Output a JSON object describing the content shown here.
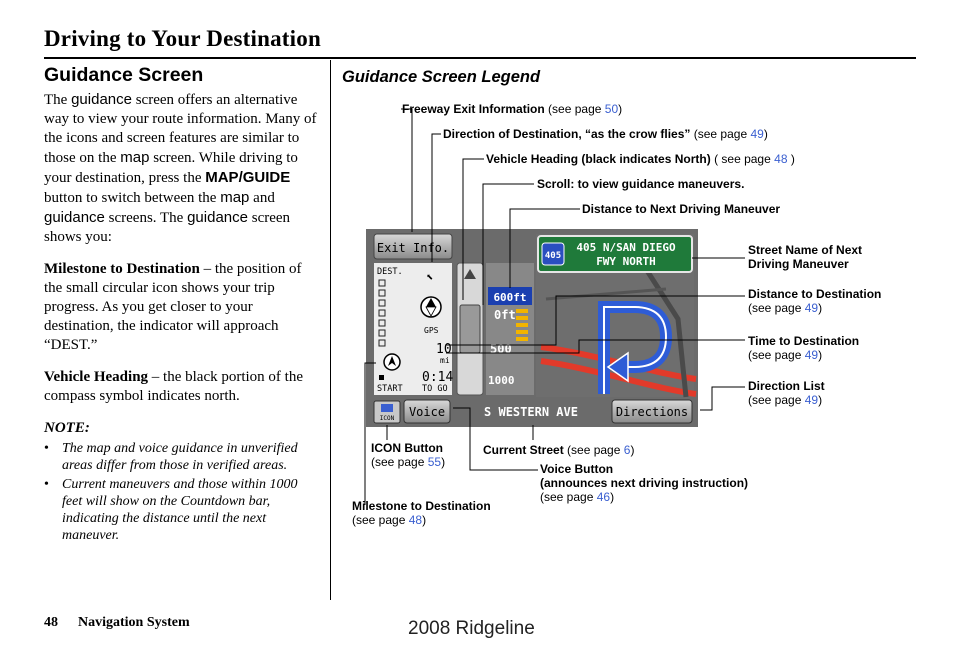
{
  "header": {
    "title": "Driving to Your Destination"
  },
  "left": {
    "heading": "Guidance Screen",
    "p1": {
      "t1": "The ",
      "w1": "guidance",
      "t2": " screen offers an alternative way to view your route information. Many of the icons and screen features are similar to those on the ",
      "w2": "map",
      "t3": " screen. While driving to your destination, press the ",
      "w3": "MAP/GUIDE",
      "t4": " button to switch between the ",
      "w4": "map",
      "t5": " and ",
      "w5": "guidance",
      "t6": " screens. The ",
      "w6": "guidance",
      "t7": " screen shows you:"
    },
    "milestone": {
      "term": "Milestone to Destination",
      "desc": " – the position of the small circular icon shows your trip progress. As you get closer to your destination, the indicator will approach “DEST.”"
    },
    "heading_para": {
      "term": "Vehicle Heading",
      "desc": " – the black portion of the compass symbol indicates north."
    },
    "note_label": "NOTE:",
    "notes": [
      "The map and voice guidance in unverified areas differ from those in verified areas.",
      "Current maneuvers and those within 1000 feet will show on the Countdown bar, indicating the distance until the next maneuver."
    ]
  },
  "legend": {
    "title": "Guidance Screen Legend",
    "see_page": "see page",
    "freeway": {
      "label": "Freeway Exit Information",
      "page": "50"
    },
    "crow": {
      "label": "Direction of Destination, “as the crow flies”",
      "page": "49"
    },
    "heading": {
      "label": "Vehicle Heading (black indicates North)",
      "page": "48"
    },
    "scroll": {
      "label": "Scroll: to view guidance maneuvers."
    },
    "dist_next": {
      "label": "Distance to Next Driving Maneuver"
    },
    "street_next": {
      "label1": "Street Name of Next",
      "label2": "Driving Maneuver"
    },
    "dist_dest": {
      "label": "Distance to Destination",
      "page": "49"
    },
    "time_dest": {
      "label": "Time to Destination",
      "page": "49"
    },
    "dir_list": {
      "label": "Direction List",
      "page": "49"
    },
    "icon_btn": {
      "label": "ICON Button",
      "page": "55"
    },
    "current_street": {
      "label": "Current Street",
      "page": "6"
    },
    "voice_btn": {
      "label1": "Voice Button",
      "label2": "(announces next driving instruction)",
      "page": "46"
    },
    "milestone": {
      "label": "Milestone to Destination",
      "page": "48"
    }
  },
  "screen": {
    "exit_info": "Exit Info.",
    "dest": "DEST.",
    "start": "START",
    "gps": "GPS",
    "dist_value": "10",
    "dist_unit": "mi",
    "time_value": "0:14",
    "to_go": "TO GO",
    "shield": "405",
    "sign_line1": "405 N/SAN DIEGO",
    "sign_line2": "FWY NORTH",
    "count_600": "600ft",
    "count_0": "0ft",
    "count_500": "500",
    "count_1000": "1000",
    "icon_btn": "ICON",
    "voice_btn": "Voice",
    "street": "S WESTERN AVE",
    "directions_btn": "Directions"
  },
  "footer": {
    "page_num": "48",
    "label": "Navigation System"
  },
  "watermark": "2008  Ridgeline"
}
